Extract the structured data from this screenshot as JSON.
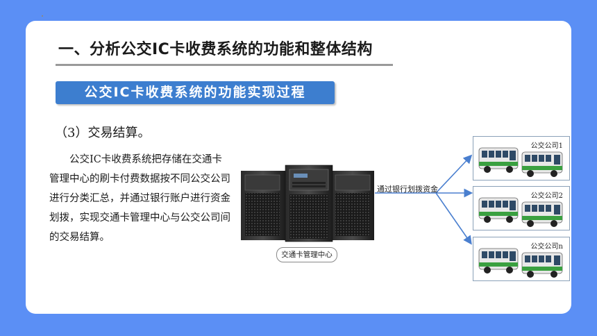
{
  "header": {
    "title": "一、分析公交IC卡收费系统的功能和整体结构",
    "banner": "公交IC卡收费系统的功能实现过程"
  },
  "content": {
    "sub_heading": "（3）交易结算。",
    "paragraph": "公交IC卡收费系统把存储在交通卡管理中心的刷卡付费数据按不同公交公司进行分类汇总，并通过银行账户进行资金划拨，实现交通卡管理中心与公交公司间的交易结算。"
  },
  "diagram": {
    "center_label": "交通卡管理中心",
    "transfer_label": "通过银行划拨资金",
    "companies": [
      "公交公司1",
      "公交公司2",
      "公交公司n"
    ]
  },
  "colors": {
    "background": "#5b8ff5",
    "banner": "#3d7ecf",
    "arrow": "#4a7fcf",
    "bus_stripe": "#3aa040"
  }
}
